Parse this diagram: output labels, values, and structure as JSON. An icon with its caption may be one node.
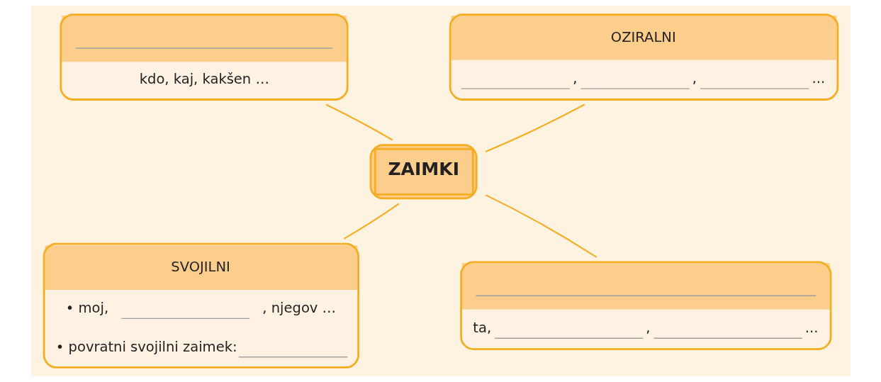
{
  "diagram": {
    "nodes": [
      {
        "text": [
          "kdo, kaj, kakšen …"
        ]
      },
      {
        "text": [
          "OZIRALNI",
          ",",
          ",",
          "..."
        ]
      },
      {
        "text": [
          "ZAIMKI"
        ]
      },
      {
        "text": [
          "SVOJILNI",
          "• moj,",
          ", njegov …",
          "• povratni svojilni zaimek:"
        ]
      },
      {
        "text": [
          "ta,",
          ",",
          "..."
        ]
      }
    ],
    "edges": [
      {
        "from": 2,
        "to": 0,
        "arrow": "none"
      },
      {
        "from": 2,
        "to": 1,
        "arrow": "none"
      },
      {
        "from": 2,
        "to": 3,
        "arrow": "none"
      },
      {
        "from": 2,
        "to": 4,
        "arrow": "none"
      }
    ]
  }
}
